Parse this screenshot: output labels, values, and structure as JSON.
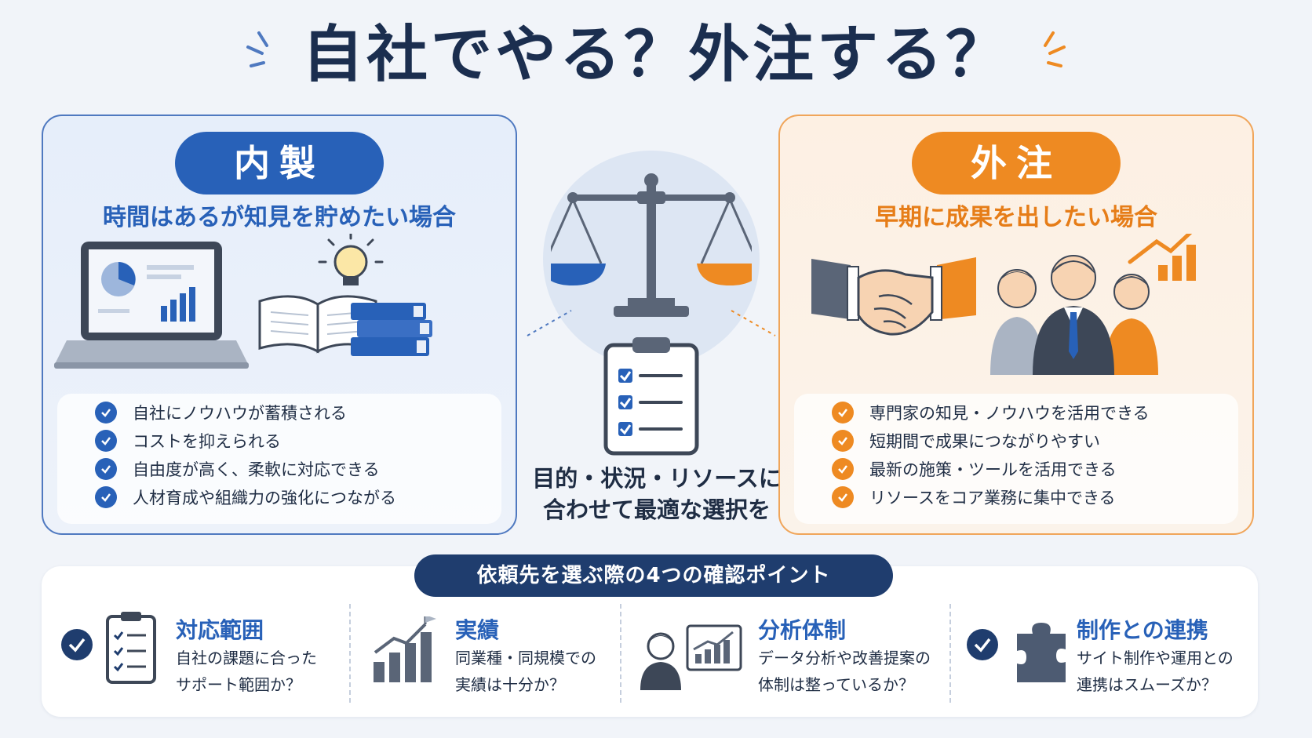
{
  "title": "自社でやる？外注する？",
  "inhouse": {
    "badge": "内製",
    "subtitle": "時間はあるが知見を貯めたい場合",
    "items": [
      "自社にノウハウが蓄積される",
      "コストを抑えられる",
      "自由度が高く、柔軟に対応できる",
      "人材育成や組織力の強化につながる"
    ]
  },
  "outsource": {
    "badge": "外注",
    "subtitle": "早期に成果を出したい場合",
    "items": [
      "専門家の知見・ノウハウを活用できる",
      "短期間で成果につながりやすい",
      "最新の施策・ツールを活用できる",
      "リソースをコア業務に集中できる"
    ]
  },
  "center": {
    "line1": "目的・状況・リソースに",
    "line2": "合わせて最適な選択を"
  },
  "checkpoints": {
    "heading": "依頼先を選ぶ際の4つの確認ポイント",
    "cards": [
      {
        "title": "対応範囲",
        "line1": "自社の課題に合った",
        "line2": "サポート範囲か？",
        "icon": "clipboard-icon"
      },
      {
        "title": "実績",
        "line1": "同業種・同規模での",
        "line2": "実績は十分か？",
        "icon": "growth-chart-icon"
      },
      {
        "title": "分析体制",
        "line1": "データ分析や改善提案の",
        "line2": "体制は整っているか？",
        "icon": "analyst-icon"
      },
      {
        "title": "制作との連携",
        "line1": "サイト制作や運用との",
        "line2": "連携はスムーズか？",
        "icon": "puzzle-icon"
      }
    ]
  },
  "colors": {
    "blue": "#2861b8",
    "orange": "#ee8a22",
    "navy": "#1f3d6e"
  }
}
